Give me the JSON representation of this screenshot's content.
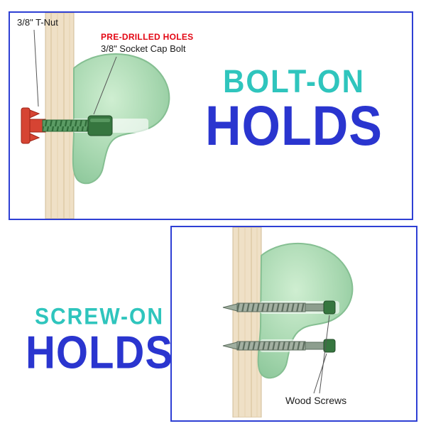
{
  "bolt_on": {
    "tnut_label": "3/8\" T-Nut",
    "predrilled_label": "PRE-DRILLED HOLES",
    "capbolt_label": "3/8\" Socket Cap Bolt",
    "title_line1": "BOLT-ON",
    "title_line2": "HOLDS"
  },
  "screw_on": {
    "screws_label": "Wood Screws",
    "title_line1": "SCREW-ON",
    "title_line2": "HOLDS"
  },
  "colors": {
    "title_teal": "#2fc5bd",
    "title_blue": "#2a35cf",
    "frame_blue": "#2e3fd4",
    "label_red": "#e30613",
    "hold_green": "#a5d6ae",
    "wood_tan": "#efe0c6",
    "tnut_red": "#d64433",
    "bolt_green": "#36763f"
  }
}
